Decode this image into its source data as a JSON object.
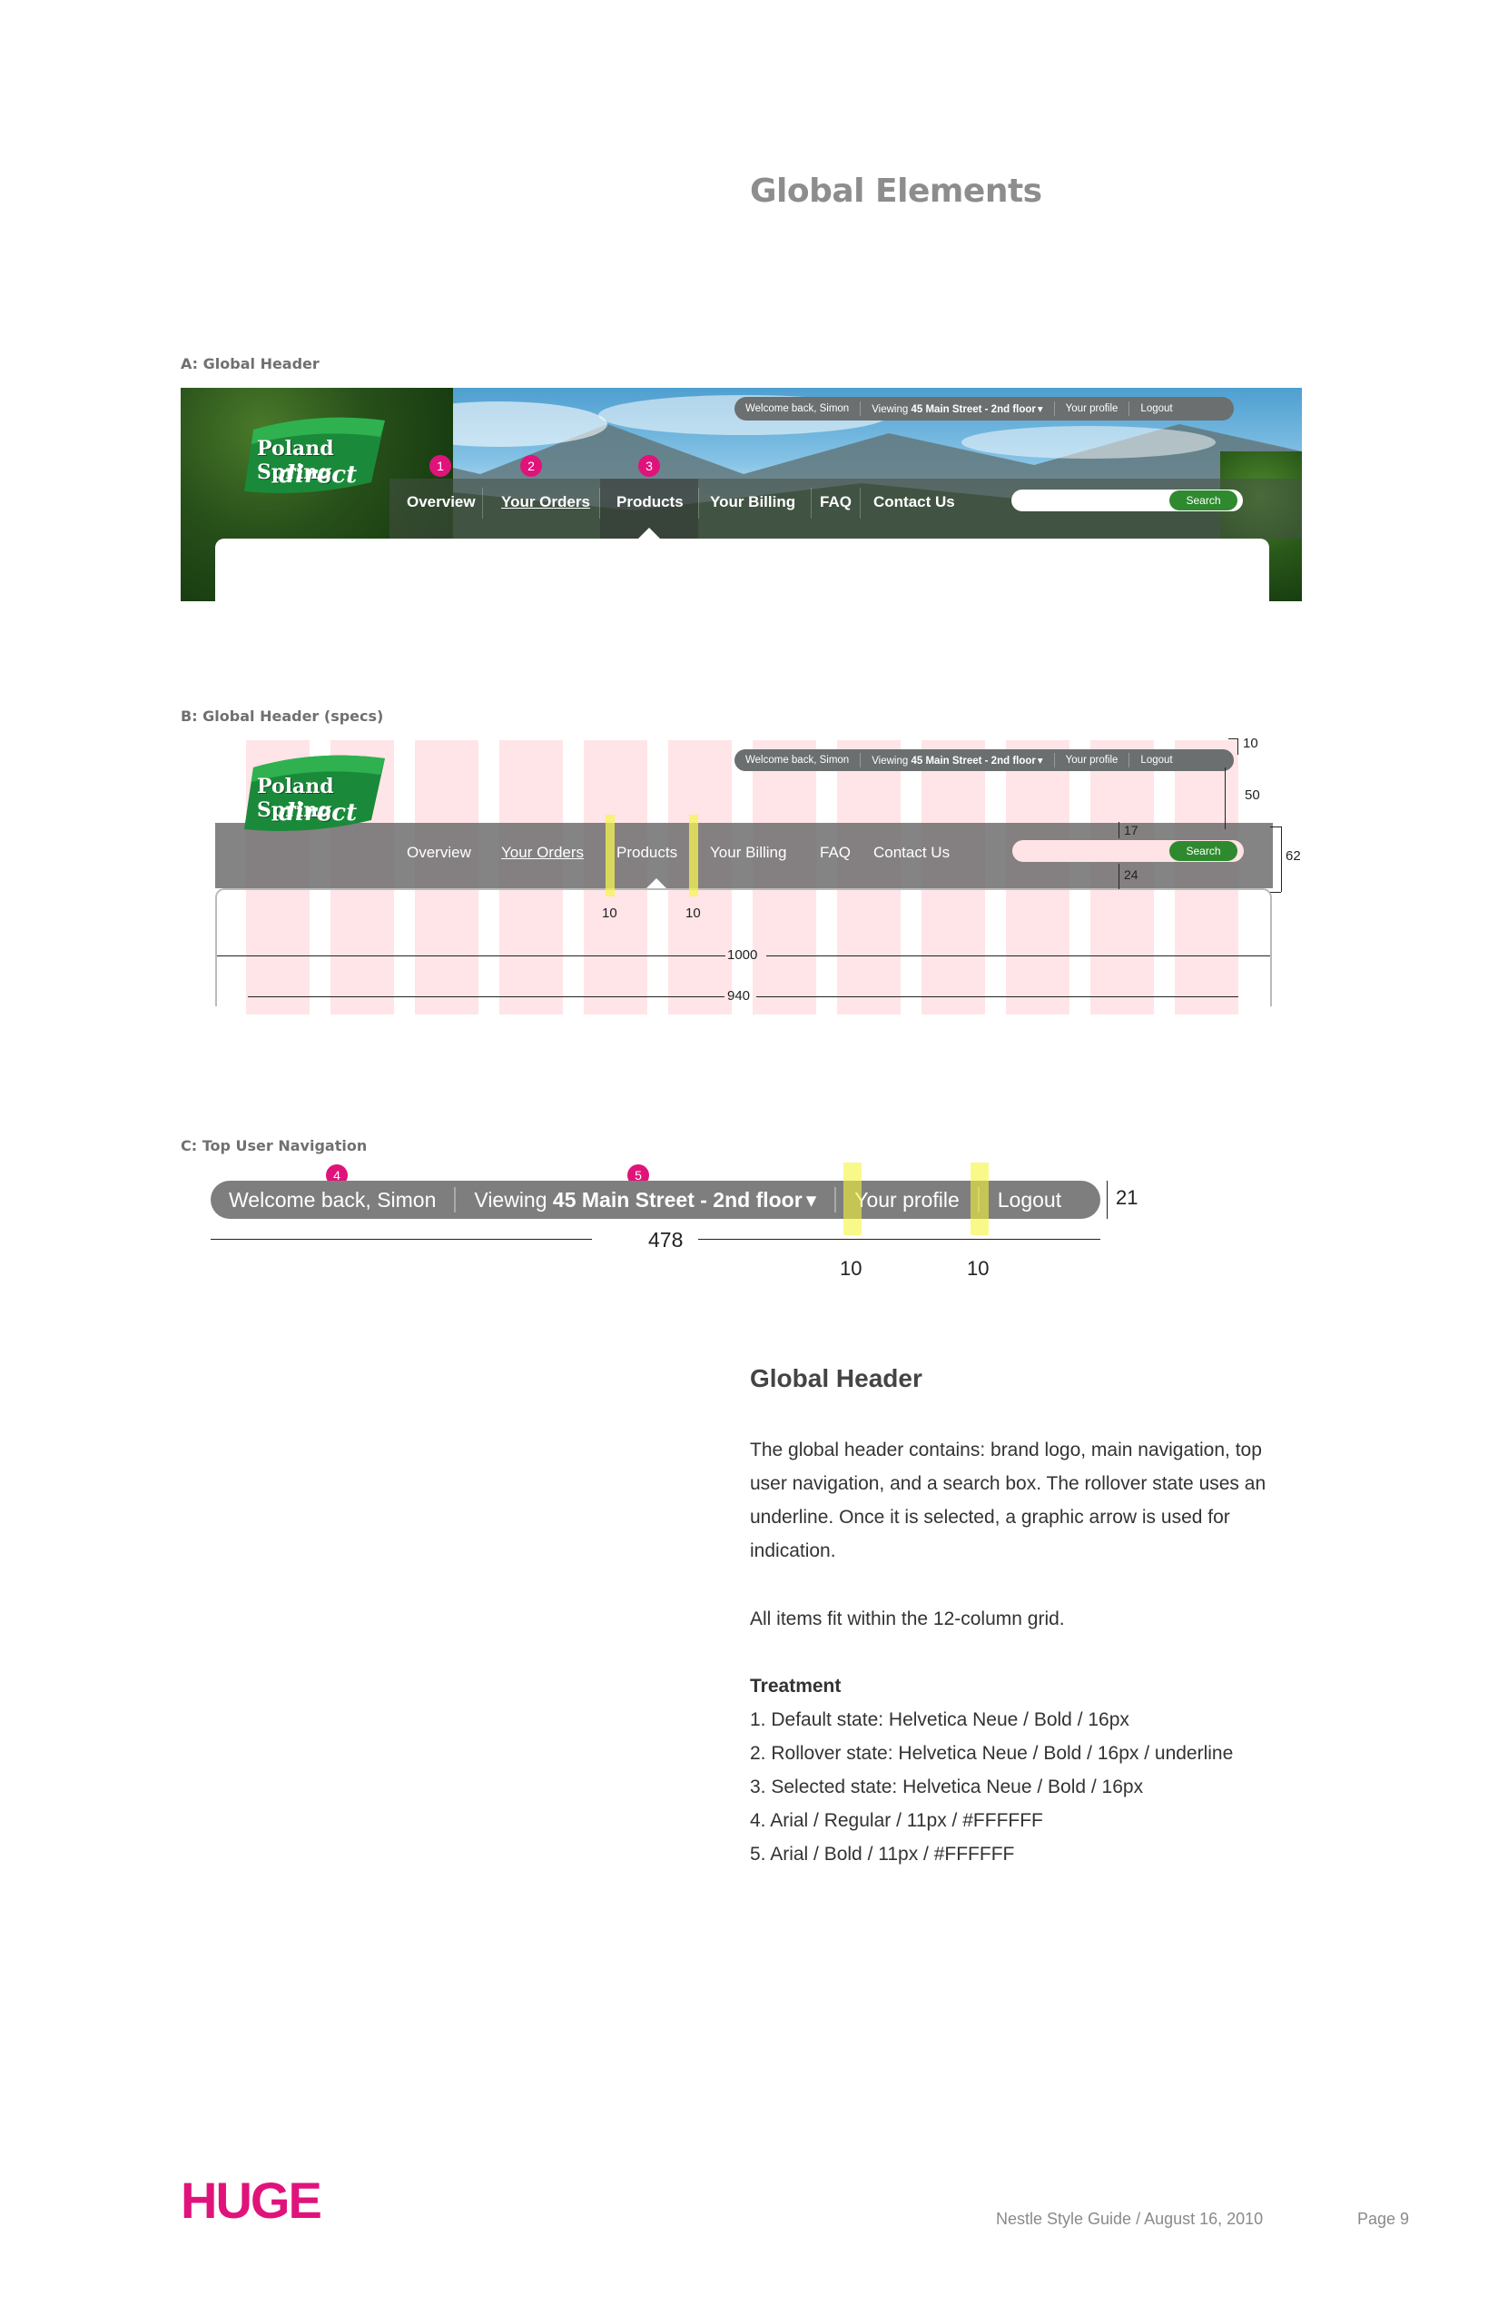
{
  "page_title": "Global Elements",
  "sections": {
    "a_label": "A: Global Header",
    "b_label": "B: Global Header (specs)",
    "c_label": "C: Top User Navigation"
  },
  "logo": {
    "line1": "Poland Spring",
    "line2": "direct"
  },
  "user_nav": {
    "welcome": "Welcome back, Simon",
    "viewing_prefix": "Viewing",
    "viewing_address": "45 Main Street - 2nd floor",
    "profile": "Your profile",
    "logout": "Logout",
    "caret": "▾"
  },
  "main_nav": {
    "items": [
      "Overview",
      "Your Orders",
      "Products",
      "Your Billing",
      "FAQ",
      "Contact Us"
    ]
  },
  "search": {
    "button": "Search"
  },
  "badges": [
    "1",
    "2",
    "3",
    "4",
    "5"
  ],
  "specs": {
    "top_gap": "10",
    "nav_offset": "50",
    "nav_height": "62",
    "search_top": "17",
    "search_bottom": "24",
    "gutter_left": "10",
    "gutter_right": "10",
    "page_width": "1000",
    "grid_width": "940"
  },
  "c_specs": {
    "pill_height": "21",
    "pill_width": "478",
    "padding_left": "10",
    "padding_right": "10"
  },
  "description": {
    "heading": "Global Header",
    "para1": "The global header contains: brand logo, main navigation, top user navigation, and a search box. The rollover state uses an underline. Once it is selected, a graphic arrow is used for indication.",
    "para2": "All items fit within the 12-column grid.",
    "treatment_heading": "Treatment",
    "treatment": [
      "1. Default state: Helvetica Neue / Bold / 16px",
      "2. Rollover state: Helvetica Neue / Bold / 16px / underline",
      "3. Selected state: Helvetica Neue / Bold / 16px",
      "4. Arial / Regular / 11px / #FFFFFF",
      "5. Arial / Bold / 11px / #FFFFFF"
    ]
  },
  "footer": {
    "brand": "HUGE",
    "meta": "Nestle Style Guide / August 16, 2010",
    "page": "Page 9"
  },
  "colors": {
    "brand_pink": "#e0137b",
    "search_green": "#2f8a2f",
    "grid_pink": "#ffc4cc"
  }
}
